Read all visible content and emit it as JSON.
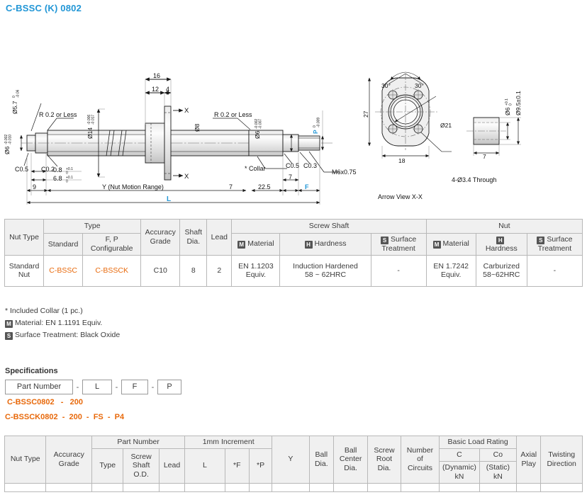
{
  "page": {
    "title": "C-BSSC (K) 0802"
  },
  "drawing": {
    "labels": {
      "dia_5_7": "Ø5.7",
      "dia_5_7_tol_up": "0",
      "dia_5_7_tol_lo": "-0.06",
      "dia_6_left": "Ø6",
      "dia_6_left_tol_up": "-0.002",
      "dia_6_left_tol_lo": "-0.010",
      "dia_14": "Ø14",
      "dia_14_tol_up": "-0.006",
      "dia_14_tol_lo": "-0.017",
      "dia_8": "Ø8",
      "dia_6_right": "Ø6",
      "dia_6_right_tol_up": "-0.002",
      "dia_6_right_tol_lo": "-0.007",
      "p_dim": "P",
      "p_tol_up": "0",
      "p_tol_lo": "-0.009",
      "r02_left": "R 0.2 or Less",
      "r02_right": "R 0.2 or Less",
      "c05_left": "C0.5",
      "c02_left": "C0.2",
      "c05_right": "C0.5",
      "c03_right": "C0.3",
      "thread": "M6x0.75",
      "collar_note": "* Collar",
      "d08": "0.8",
      "d08_tol_up": "+0.1",
      "d08_tol_lo": "0",
      "d68": "6.8",
      "d68_tol_up": "+0.1",
      "d68_tol_lo": "0",
      "d9": "9",
      "d16": "16",
      "d12": "12",
      "d4": "4",
      "d7a": "7",
      "d22_5": "22.5",
      "d7b": "7",
      "f_dim": "F",
      "y_range": "Y (Nut Motion Range)",
      "l_dim": "L",
      "x_top": "X",
      "x_bot": "X",
      "angle_left": "30°",
      "angle_right": "30°",
      "dia_21": "Ø21",
      "dim_27": "27",
      "dim_18": "18",
      "holes": "4-Ø3.4 Through",
      "arrow_view": "Arrow View X-X",
      "collar_7": "7",
      "collar_dia6": "Ø6",
      "collar_dia6_tol_up": "+0.1",
      "collar_dia6_tol_lo": "0",
      "collar_dia95": "Ø9.5±0.1"
    }
  },
  "materials_table": {
    "header": {
      "nut_type": "Nut Type",
      "type_group": "Type",
      "standard": "Standard",
      "fp_configurable": "F, P\nConfigurable",
      "fp_line1": "F, P",
      "fp_line2": "Configurable",
      "accuracy_grade": "Accuracy\nGrade",
      "accuracy_line1": "Accuracy",
      "accuracy_line2": "Grade",
      "shaft_dia_line1": "Shaft",
      "shaft_dia_line2": "Dia.",
      "lead": "Lead",
      "screw_shaft": "Screw Shaft",
      "nut": "Nut",
      "material": "Material",
      "hardness": "Hardness",
      "surface_line1": "Surface",
      "surface_line2": "Treatment",
      "badge_m": "M",
      "badge_h": "H",
      "badge_s": "S"
    },
    "rows": [
      {
        "nut_type_line1": "Standard",
        "nut_type_line2": "Nut",
        "standard": "C-BSSC",
        "fp_configurable": "C-BSSCK",
        "accuracy_grade": "C10",
        "shaft_dia": "8",
        "lead": "2",
        "shaft_material_line1": "EN 1.1203",
        "shaft_material_line2": "Equiv.",
        "shaft_hardness_line1": "Induction Hardened",
        "shaft_hardness_line2": "58 ~ 62HRC",
        "shaft_surface": "-",
        "nut_material_line1": "EN 1.7242",
        "nut_material_line2": "Equiv.",
        "nut_hardness_line1": "Carburized",
        "nut_hardness_line2": "58~62HRC",
        "nut_surface": "-"
      }
    ]
  },
  "notes": {
    "collar": "* Included Collar (1 pc.)",
    "material": "Material: EN 1.1191 Equiv.",
    "surface": "Surface Treatment: Black Oxide",
    "badge_m": "M",
    "badge_s": "S"
  },
  "specifications": {
    "title": "Specifications",
    "boxes": [
      {
        "label": "Part Number",
        "width": 96
      },
      {
        "label": "L",
        "width": 42
      },
      {
        "label": "F",
        "width": 38
      },
      {
        "label": "P",
        "width": 34
      }
    ],
    "separator": "-",
    "example_1": "C-BSSC0802   -   200",
    "example_2": "C-BSSCK0802  -  200  -  FS  -  P4"
  },
  "dims_table": {
    "header": {
      "nut_type": "Nut Type",
      "accuracy_line1": "Accuracy",
      "accuracy_line2": "Grade",
      "part_number": "Part Number",
      "type": "Type",
      "screw_shaft_od_line1": "Screw",
      "screw_shaft_od_line2": "Shaft",
      "screw_shaft_od_line3": "O.D.",
      "lead": "Lead",
      "increment": "1mm Increment",
      "l": "L",
      "f": "*F",
      "p": "*P",
      "y": "Y",
      "ball_dia_line1": "Ball",
      "ball_dia_line2": "Dia.",
      "ball_center_line1": "Ball",
      "ball_center_line2": "Center",
      "ball_center_line3": "Dia.",
      "screw_root_line1": "Screw",
      "screw_root_line2": "Root",
      "screw_root_line3": "Dia.",
      "circuits_line1": "Number",
      "circuits_line2": "of",
      "circuits_line3": "Circuits",
      "basic_load": "Basic Load Rating",
      "c_line1": "C",
      "c_line2": "(Dynamic)",
      "c_line3": "kN",
      "co_line1": "Co",
      "co_line2": "(Static)",
      "co_line3": "kN",
      "axial_line1": "Axial",
      "axial_line2": "Play",
      "twisting_line1": "Twisting",
      "twisting_line2": "Direction"
    }
  },
  "colors": {
    "title": "#2196d6",
    "accent_orange": "#e8690b",
    "header_bg": "#f0f0f0",
    "border": "#b8b8b8",
    "text": "#3c3c3c"
  }
}
